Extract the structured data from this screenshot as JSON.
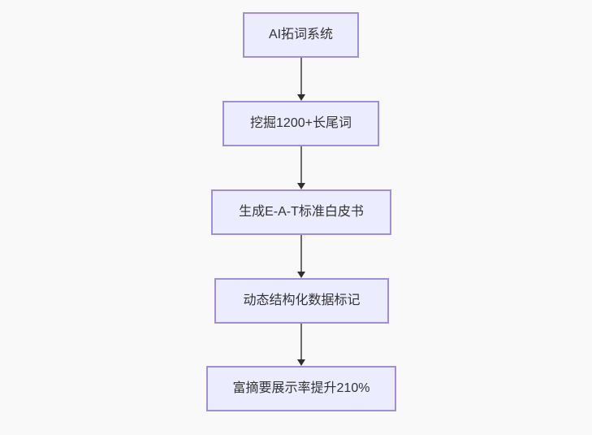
{
  "flowchart": {
    "nodes": [
      {
        "label": "AI拓词系统"
      },
      {
        "label": "挖掘1200+长尾词"
      },
      {
        "label": "生成E-A-T标准白皮书"
      },
      {
        "label": "动态结构化数据标记"
      },
      {
        "label": "富摘要展示率提升210%"
      }
    ],
    "edges": [
      {
        "from": 1,
        "to": 2
      },
      {
        "from": 2,
        "to": 3
      },
      {
        "from": 3,
        "to": 4
      },
      {
        "from": 4,
        "to": 5
      }
    ],
    "colors": {
      "background": "#f9f9f9",
      "node_fill": "#ECECFF",
      "node_border": "#a18ed6",
      "text": "#333333",
      "edge_line": "#6b6b6b",
      "arrowhead": "#2f2f2f"
    }
  }
}
